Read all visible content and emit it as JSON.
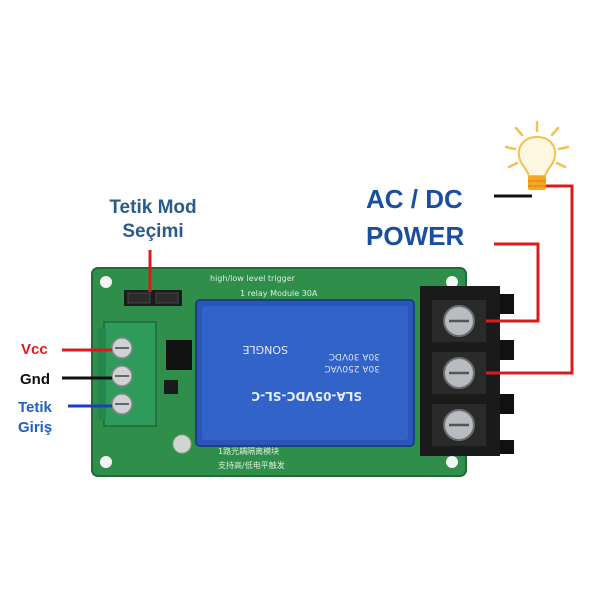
{
  "labels": {
    "trigger_mode_line1": "Tetik Mod",
    "trigger_mode_line2": "Seçimi",
    "acdc": "AC / DC",
    "power": "POWER",
    "vcc": "Vcc",
    "gnd": "Gnd",
    "trigger_input_line1": "Tetik",
    "trigger_input_line2": "Giriş"
  },
  "board": {
    "silk_top_1": "high/low level trigger",
    "silk_top_2": "1 relay Module 30A",
    "silk_bottom_1": "1路光耦隔离模块",
    "silk_bottom_2": "支持高/低电平触发"
  },
  "relay": {
    "model": "SLA-05VDC-SL-C",
    "brand": "SONGLE",
    "rating_1": "30A 250VAC",
    "rating_2": "30A 30VDC"
  },
  "colors": {
    "wire_vcc": "#d81c1c",
    "wire_gnd": "#111111",
    "wire_trigger": "#1c3fc0",
    "wire_power": "#d81c1c",
    "pcb": "#2f8f4a",
    "relay": "#2b56b8"
  }
}
